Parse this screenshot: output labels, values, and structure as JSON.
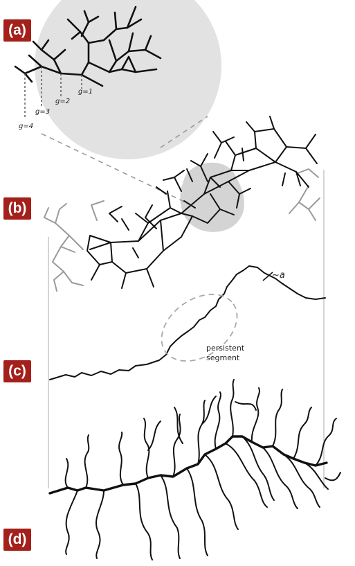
{
  "panels": {
    "a": "(a)",
    "b": "(b)",
    "c": "(c)",
    "d": "(d)"
  },
  "generation_labels": [
    "g=1",
    "g=2",
    "g=3",
    "g=4"
  ],
  "segment_label": "~a",
  "persistent_label": {
    "line1": "persistent",
    "line2": "segment"
  },
  "colors": {
    "tag_background": "#a3201b",
    "tag_text": "#ffffff",
    "zoom_disc": "#e2e2e2",
    "ink": "#111111",
    "grey_branch": "#9a9a9a",
    "guide_line": "#9a9a9a"
  }
}
